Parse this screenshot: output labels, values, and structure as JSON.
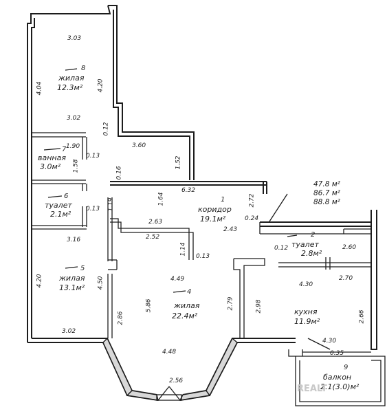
{
  "rooms": {
    "r8": {
      "num": "8",
      "name": "жилая",
      "area": "12.3м²"
    },
    "r7": {
      "num": "7",
      "name": "ванная",
      "area": "3.0м²"
    },
    "r6": {
      "num": "6",
      "name": "туалет",
      "area": "2.1м²"
    },
    "r5": {
      "num": "5",
      "name": "жилая",
      "area": "13.1м²"
    },
    "r4": {
      "num": "4",
      "name": "жилая",
      "area": "22.4м²"
    },
    "r1": {
      "num": "1",
      "name": "коридор",
      "area": "19.1м²"
    },
    "r2": {
      "num": "2",
      "name": "туалет",
      "area": "2.8м²"
    },
    "r3": {
      "num": "",
      "name": "кухня",
      "area": "11.9м²"
    },
    "r9": {
      "num": "9",
      "name": "балкон",
      "area": "2.1(3.0)м²"
    }
  },
  "summary": {
    "line1": "47.8 м²",
    "line2": "86.7 м²",
    "line3": "88.8 м²"
  },
  "dims": {
    "d303": "3.03",
    "d404": "4.04",
    "d420a": "4.20",
    "d302": "3.02",
    "d012a": "0.12",
    "d360": "3.60",
    "d152": "1.52",
    "d190": "1.90",
    "d013a": "0.13",
    "d158": "1.58",
    "d016": "0.16",
    "d632": "6.32",
    "d164": "1.64",
    "d272": "2.72",
    "d119": "1.19",
    "d013b": "0.13",
    "d263": "2.63",
    "d024": "0.24",
    "d243": "2.43",
    "d316": "3.16",
    "d252": "2.52",
    "d114": "1.14",
    "d013c": "0.13",
    "d420b": "4.20",
    "d450": "4.50",
    "d449": "4.49",
    "d012b": "0.12",
    "d260": "2.60",
    "d270": "2.70",
    "d430a": "4.30",
    "d286": "2.86",
    "d586": "5.86",
    "d279": "2.79",
    "d298": "2.98",
    "d266": "2.66",
    "d302b": "3.02",
    "d448": "4.48",
    "d430b": "4.30",
    "d035": "0.35",
    "d256": "2.56"
  },
  "watermark": "REALT"
}
